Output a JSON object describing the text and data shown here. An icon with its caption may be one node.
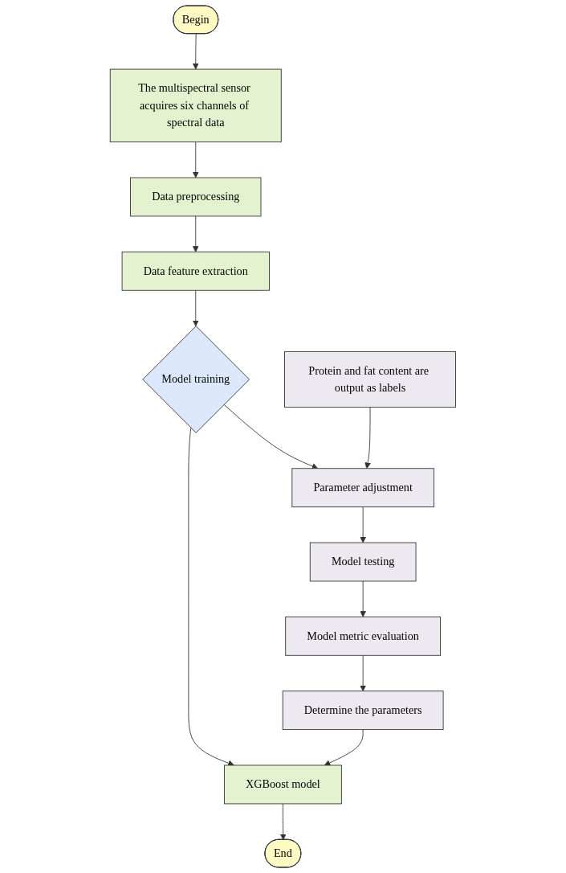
{
  "diagram": {
    "nodes": [
      {
        "text": [
          "Begin"
        ]
      },
      {
        "text": [
          "The multispectral sensor acquires six channels of spectral data"
        ]
      },
      {
        "text": [
          "Data preprocessing"
        ]
      },
      {
        "text": [
          "Data feature extraction"
        ]
      },
      {
        "text": [
          "Model training"
        ]
      },
      {
        "text": [
          "XGBoost model"
        ]
      },
      {
        "text": [
          "End"
        ]
      },
      {
        "text": [
          "Protein and fat content are output as labels"
        ]
      },
      {
        "text": [
          "Parameter adjustment"
        ]
      },
      {
        "text": [
          "Model testing"
        ]
      },
      {
        "text": [
          "Model metric evaluation"
        ]
      },
      {
        "text": [
          "Determine the parameters"
        ]
      }
    ],
    "edges": [
      {
        "from": 0,
        "to": 1,
        "arrow": "to"
      },
      {
        "from": 1,
        "to": 2,
        "arrow": "to"
      },
      {
        "from": 2,
        "to": 3,
        "arrow": "to"
      },
      {
        "from": 3,
        "to": 4,
        "arrow": "to"
      },
      {
        "from": 4,
        "to": 8,
        "arrow": "to"
      },
      {
        "from": 7,
        "to": 8,
        "arrow": "to"
      },
      {
        "from": 8,
        "to": 9,
        "arrow": "to"
      },
      {
        "from": 9,
        "to": 10,
        "arrow": "to"
      },
      {
        "from": 10,
        "to": 11,
        "arrow": "to"
      },
      {
        "from": 11,
        "to": 5,
        "arrow": "to"
      },
      {
        "from": 4,
        "to": 5,
        "arrow": "to"
      },
      {
        "from": 5,
        "to": 6,
        "arrow": "to"
      }
    ]
  }
}
